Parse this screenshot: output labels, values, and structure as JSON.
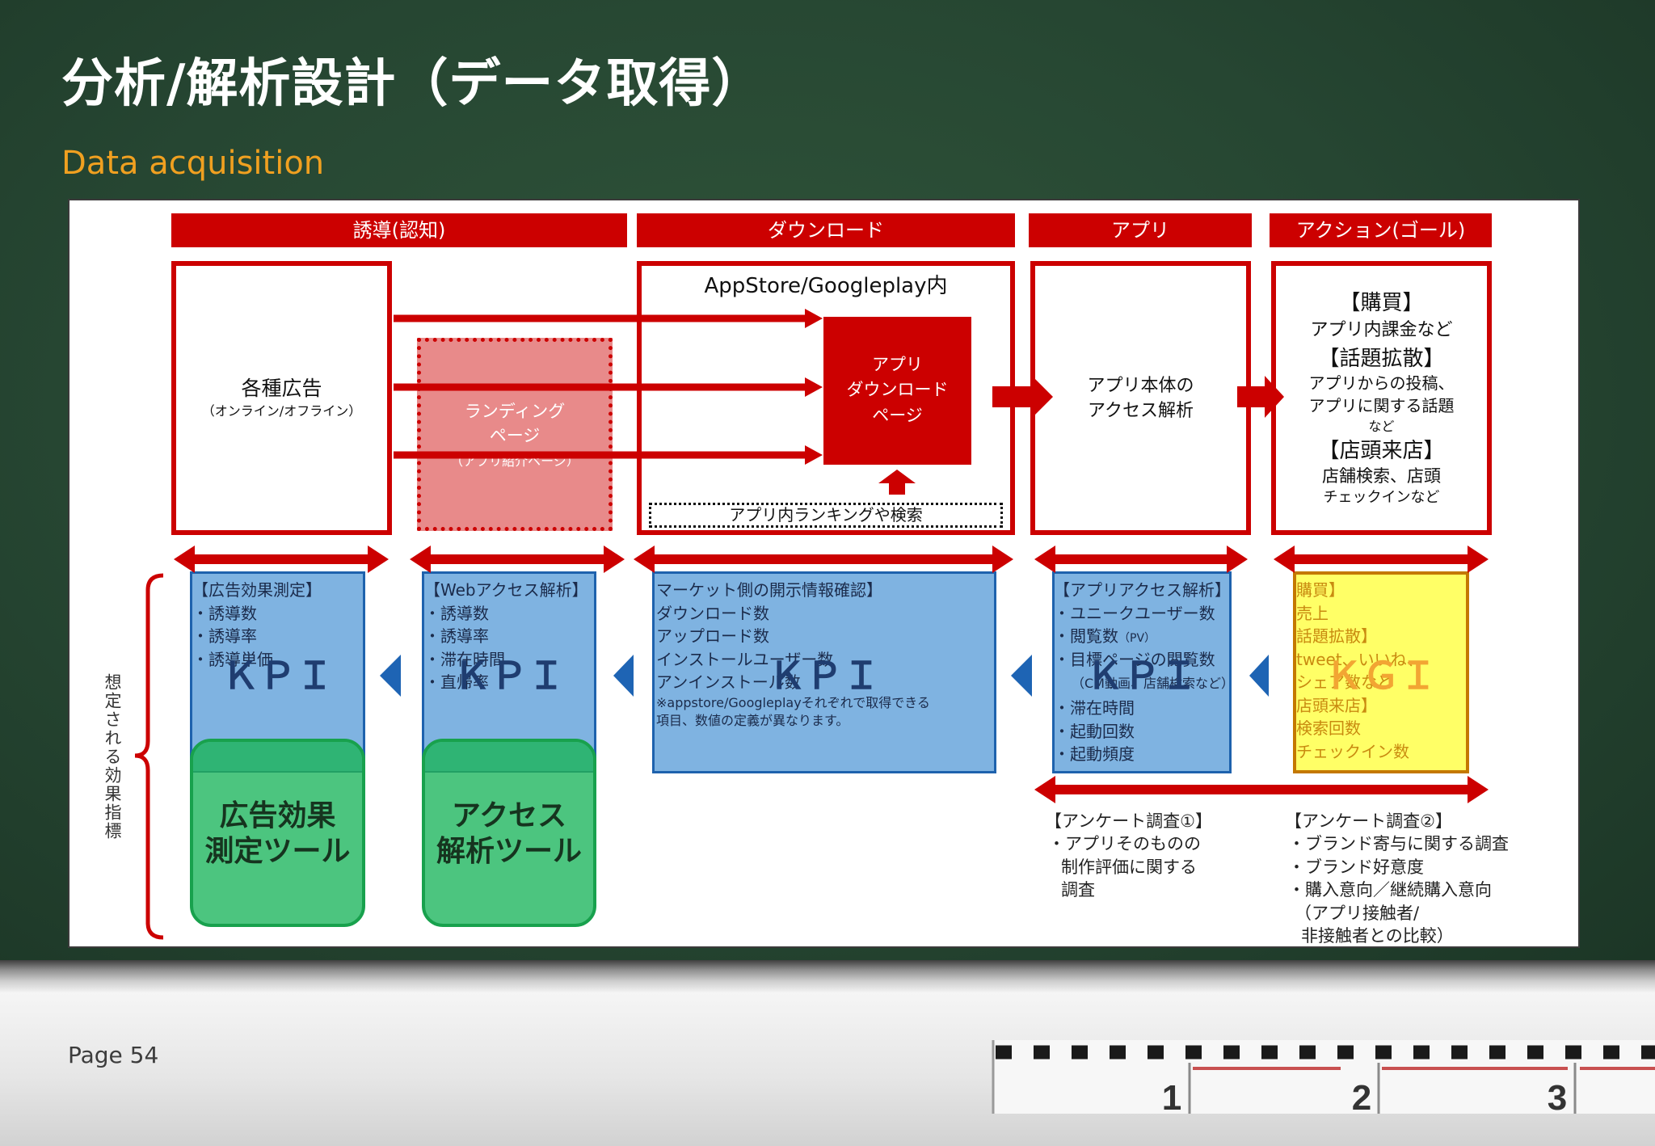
{
  "slide": {
    "title": "分析/解析設計（データ取得）",
    "subtitle": "Data acquisition",
    "page": "Page 54"
  },
  "stages": [
    "誘導(認知)",
    "ダウンロード",
    "アプリ",
    "アクション(ゴール)"
  ],
  "flow": {
    "ads": {
      "title": "各種広告",
      "note": "（オンライン/オフライン）"
    },
    "landing": {
      "lines": [
        "ランディング",
        "ページ"
      ],
      "note": "（アプリ紹介ページ）"
    },
    "store": {
      "title": "AppStore/Googleplay内",
      "page_lines": [
        "アプリ",
        "ダウンロード",
        "ページ"
      ],
      "search": "アプリ内ランキングや検索"
    },
    "app": {
      "lines": [
        "アプリ本体の",
        "アクセス解析"
      ]
    },
    "action": {
      "lines": [
        "【購買】",
        "アプリ内課金など",
        "【話題拡散】",
        "アプリからの投稿、",
        "アプリに関する話題",
        "など",
        "【店頭来店】",
        "店舗検索、店頭",
        "チェックインなど"
      ]
    }
  },
  "side_label": "想定される効果指標",
  "metrics": [
    {
      "badge": "ＫＰＩ",
      "items": [
        "【広告効果測定】",
        "・誘導数",
        "・誘導率",
        "・誘導単価"
      ]
    },
    {
      "badge": "ＫＰＩ",
      "items": [
        "【Webアクセス解析】",
        "・誘導数",
        "・誘導率",
        "・滞在時間",
        "・直帰率"
      ]
    },
    {
      "badge": "ＫＰＩ",
      "items": [
        "マーケット側の開示情報確認】",
        "ダウンロード数",
        "アップロード数",
        "インストールユーザー数",
        "アンインストール数"
      ],
      "notes": [
        "※appstore/Googleplayそれぞれで取得できる",
        "項目、数値の定義が異なります。"
      ]
    },
    {
      "badge": "ＫＰＩ",
      "items": [
        "【アプリアクセス解析】",
        "・ユニークユーザー数",
        "・閲覧数",
        "・目標ページの閲覧数",
        "（CM動画、店舗検索など）",
        "・滞在時間",
        "・起動回数",
        "・起動頻度"
      ],
      "pv": "（PV）"
    },
    {
      "badge": "ＫＧＩ",
      "items": [
        "購買】",
        "売上",
        "話題拡散】",
        "tweet、いいね、",
        "シェア数など",
        "店頭来店】",
        "検索回数",
        "チェックイン数"
      ]
    }
  ],
  "tools": [
    {
      "lines": [
        "広告効果",
        "測定ツール"
      ]
    },
    {
      "lines": [
        "アクセス",
        "解析ツール"
      ]
    }
  ],
  "surveys": [
    {
      "lines": [
        "【アンケート調査①】",
        "・アプリそのものの",
        "制作評価に関する",
        "調査"
      ]
    },
    {
      "lines": [
        "【アンケート調査②】",
        "・ブランド寄与に関する調査",
        "・ブランド好意度",
        "・購入意向／継続購入意向",
        "（アプリ接触者/",
        "非接触者との比較）"
      ]
    }
  ],
  "ruler": [
    "1",
    "2",
    "3"
  ],
  "colors": {
    "board": "#264632",
    "accent_red": "#cc0000",
    "landing_pink": "#e88a8a",
    "kpi_blue": "#7fb3e1",
    "kpi_border": "#1e62ad",
    "kpi_text": "#1f3d70",
    "kgi_yellow": "#ffff66",
    "kgi_orange": "#f2a533",
    "tool_green": "#4cc57f",
    "subtitle_orange": "#f0a020"
  }
}
